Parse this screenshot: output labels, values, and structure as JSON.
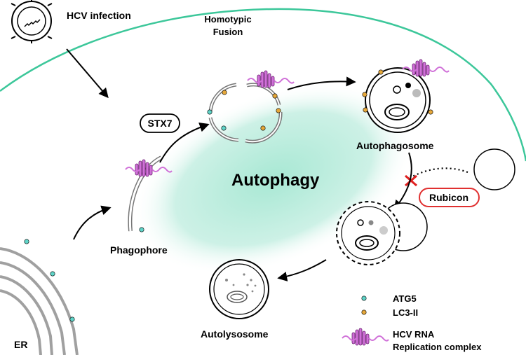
{
  "labels": {
    "hcv_infection": "HCV infection",
    "homotypic_fusion_line1": "Homotypic",
    "homotypic_fusion_line2": "Fusion",
    "stx7": "STX7",
    "autophagosome": "Autophagosome",
    "autophagy": "Autophagy",
    "rubicon": "Rubicon",
    "phagophore": "Phagophore",
    "autolysosome": "Autolysosome",
    "er": "ER"
  },
  "legend": {
    "atg5": "ATG5",
    "lc3": "LC3-II",
    "hcv_rna_line1": "HCV RNA",
    "hcv_rna_line2": "Replication complex"
  },
  "colors": {
    "membrane_green": "#3cc79a",
    "autophagy_fill": "#bfeee0",
    "atg5_dot": "#5fd4c8",
    "lc3_dot": "#e6a83a",
    "replication_complex": "#d070d8",
    "rubicon_border": "#e03030",
    "block_x": "#e02020",
    "er_gray": "#9a9a9a"
  }
}
